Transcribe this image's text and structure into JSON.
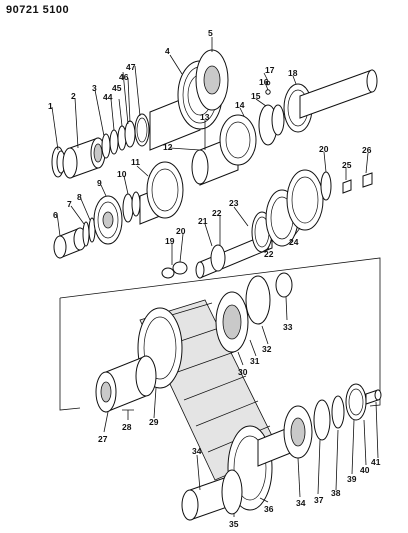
{
  "header": {
    "part_number": "90721 5100"
  },
  "callouts": [
    {
      "id": "c1",
      "text": "1"
    },
    {
      "id": "c2",
      "text": "2"
    },
    {
      "id": "c3",
      "text": "3"
    },
    {
      "id": "c4",
      "text": "4"
    },
    {
      "id": "c5",
      "text": "5"
    },
    {
      "id": "c6",
      "text": "6"
    },
    {
      "id": "c7",
      "text": "7"
    },
    {
      "id": "c8",
      "text": "8"
    },
    {
      "id": "c9",
      "text": "9"
    },
    {
      "id": "c10",
      "text": "10"
    },
    {
      "id": "c11",
      "text": "11"
    },
    {
      "id": "c12",
      "text": "12"
    },
    {
      "id": "c13",
      "text": "13"
    },
    {
      "id": "c14",
      "text": "14"
    },
    {
      "id": "c15",
      "text": "15"
    },
    {
      "id": "c16",
      "text": "16"
    },
    {
      "id": "c17",
      "text": "17"
    },
    {
      "id": "c18",
      "text": "18"
    },
    {
      "id": "c19",
      "text": "19"
    },
    {
      "id": "c20a",
      "text": "20"
    },
    {
      "id": "c20b",
      "text": "20"
    },
    {
      "id": "c21",
      "text": "21"
    },
    {
      "id": "c22a",
      "text": "22"
    },
    {
      "id": "c22b",
      "text": "22"
    },
    {
      "id": "c23",
      "text": "23"
    },
    {
      "id": "c24",
      "text": "24"
    },
    {
      "id": "c25",
      "text": "25"
    },
    {
      "id": "c26",
      "text": "26"
    },
    {
      "id": "c27",
      "text": "27"
    },
    {
      "id": "c28",
      "text": "28"
    },
    {
      "id": "c29",
      "text": "29"
    },
    {
      "id": "c30",
      "text": "30"
    },
    {
      "id": "c31",
      "text": "31"
    },
    {
      "id": "c32",
      "text": "32"
    },
    {
      "id": "c33",
      "text": "33"
    },
    {
      "id": "c34a",
      "text": "34"
    },
    {
      "id": "c34b",
      "text": "34"
    },
    {
      "id": "c35",
      "text": "35"
    },
    {
      "id": "c36",
      "text": "36"
    },
    {
      "id": "c37",
      "text": "37"
    },
    {
      "id": "c38",
      "text": "38"
    },
    {
      "id": "c39",
      "text": "39"
    },
    {
      "id": "c40",
      "text": "40"
    },
    {
      "id": "c41",
      "text": "41"
    },
    {
      "id": "c44",
      "text": "44"
    },
    {
      "id": "c45",
      "text": "45"
    },
    {
      "id": "c46",
      "text": "46"
    },
    {
      "id": "c47",
      "text": "47"
    }
  ]
}
